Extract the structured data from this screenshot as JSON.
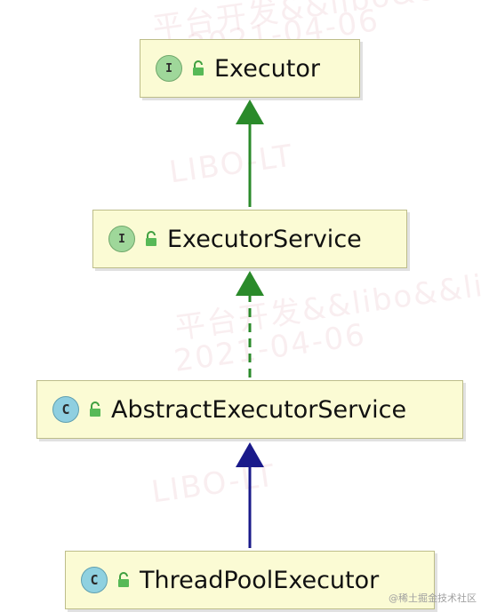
{
  "watermarks": [
    "平台开发&&libo&&",
    "2021-04-06",
    "LIBO-LT",
    "平台开发&&libo&&li",
    "2021-04-06",
    "LIBO-LT"
  ],
  "source_logo": "@稀土掘金技术社区",
  "nodes": {
    "executor": {
      "badge": "I",
      "name": "Executor"
    },
    "executor_service": {
      "badge": "I",
      "name": "ExecutorService"
    },
    "abstract_executor_service": {
      "badge": "C",
      "name": "AbstractExecutorService"
    },
    "thread_pool_executor": {
      "badge": "C",
      "name": "ThreadPoolExecutor"
    }
  },
  "relations": [
    {
      "from": "executor_service",
      "to": "executor",
      "kind": "extends"
    },
    {
      "from": "abstract_executor_service",
      "to": "executor_service",
      "kind": "implements"
    },
    {
      "from": "thread_pool_executor",
      "to": "abstract_executor_service",
      "kind": "extends"
    }
  ],
  "colors": {
    "box_fill": "#fbfbd4",
    "box_border": "#bdbd8a",
    "interface_badge": "#9fd79a",
    "class_badge": "#8fd1e0",
    "interface_arrow": "#2a8a2a",
    "class_arrow": "#1a1a8a"
  }
}
